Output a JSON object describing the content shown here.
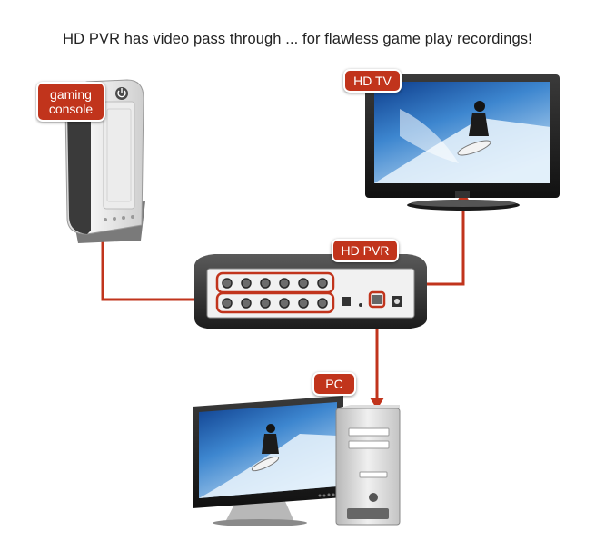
{
  "headline": "HD PVR has video pass through ... for flawless game play recordings!",
  "labels": {
    "gaming_console_line1": "gaming",
    "gaming_console_line2": "console",
    "hd_tv": "HD TV",
    "hd_pvr": "HD PVR",
    "pc": "PC"
  },
  "colors": {
    "accent": "#c1341c",
    "connector": "#c1341c"
  }
}
